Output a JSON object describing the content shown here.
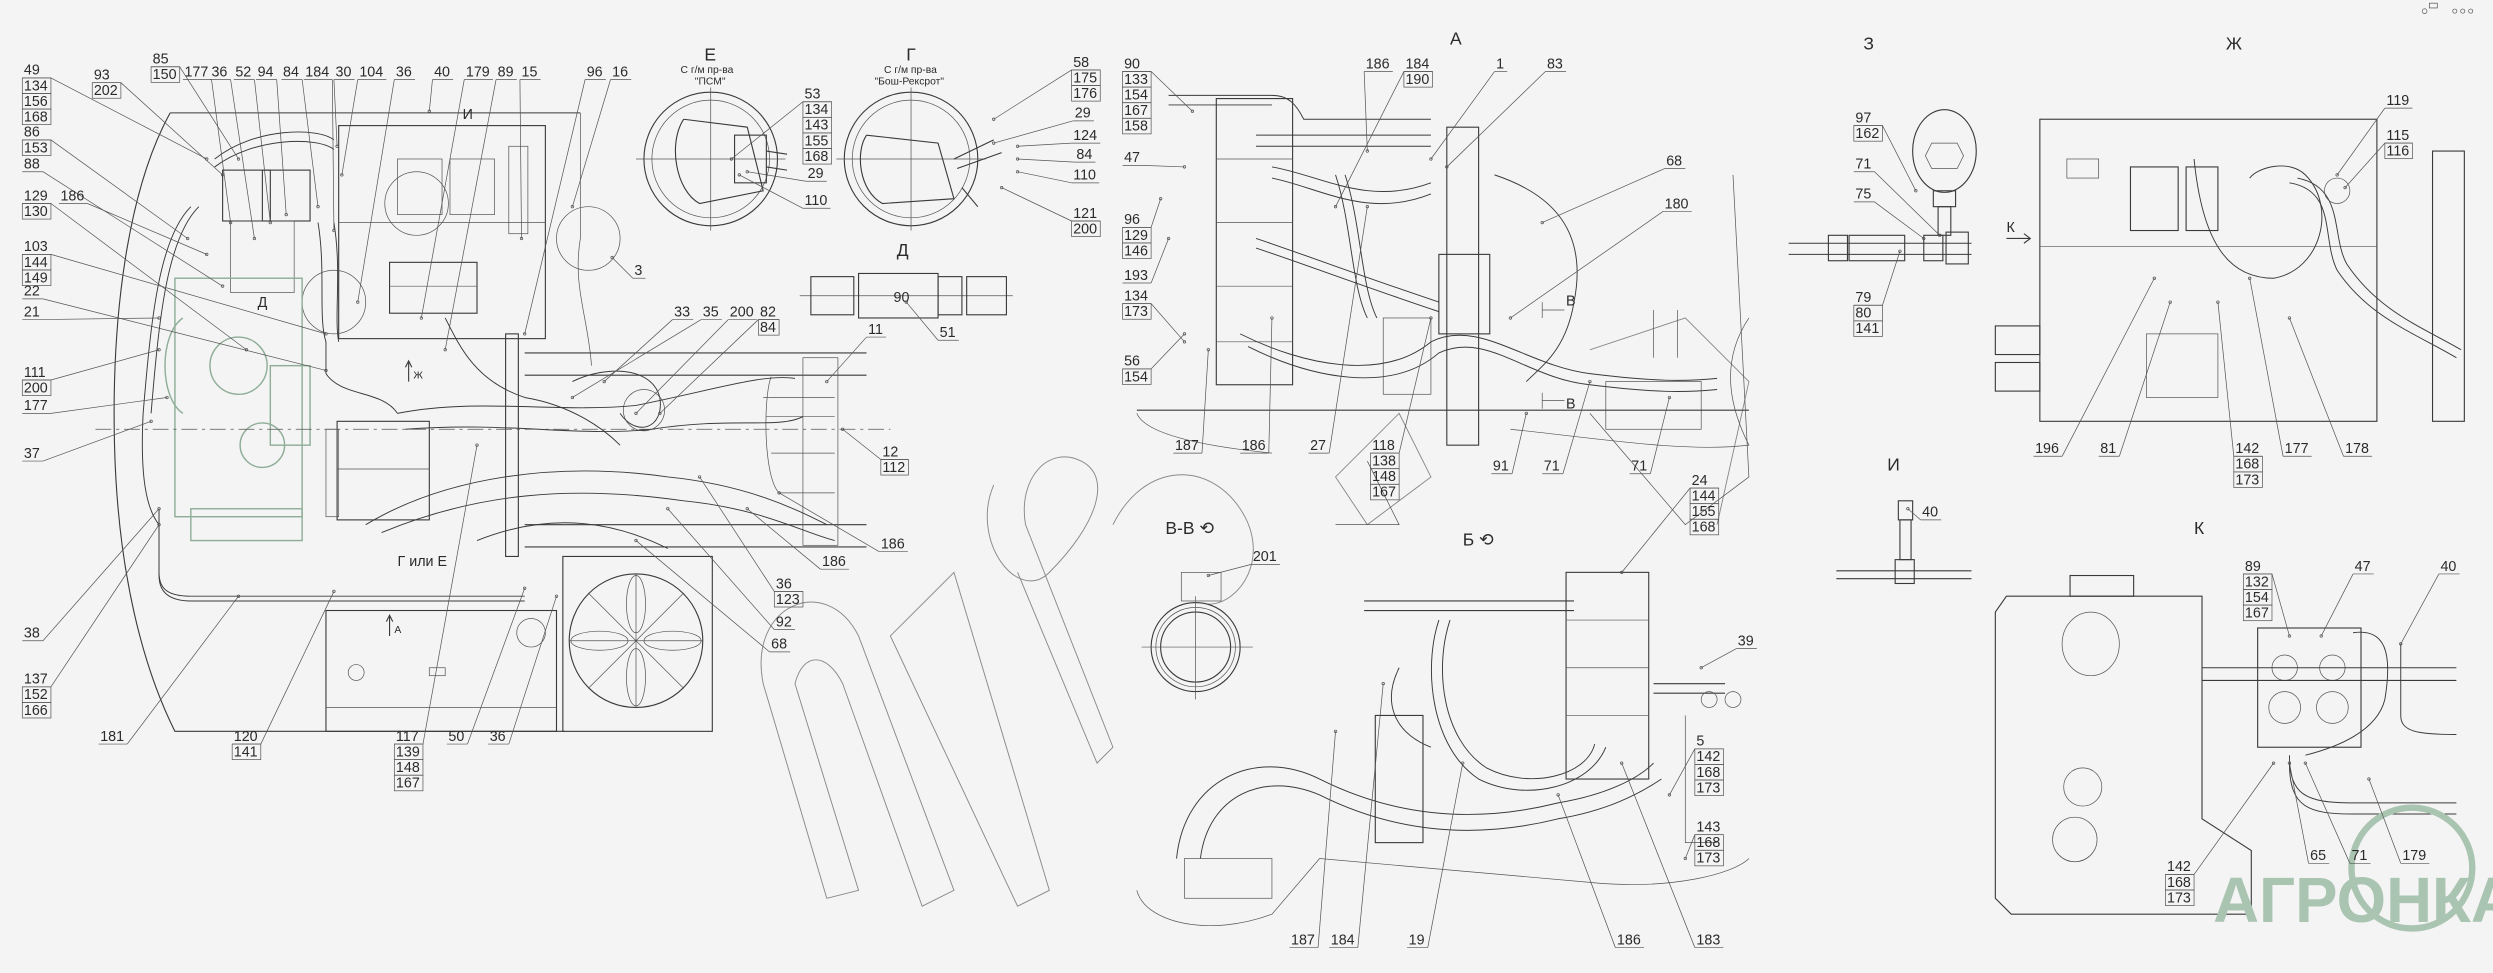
{
  "views": {
    "E": {
      "title": "Е",
      "line1": "С г/м пр-ва",
      "line2": "\"ПСМ\""
    },
    "G": {
      "title": "Г",
      "line1": "С г/м пр-ва",
      "line2": "\"Бош-Рексрот\""
    },
    "D": {
      "title": "Д",
      "part": "90"
    },
    "A": {
      "title": "А"
    },
    "VV": {
      "title": "В-В ⟲"
    },
    "B": {
      "title": "Б ⟲"
    },
    "Z": {
      "title": "З"
    },
    "ZH": {
      "title": "Ж"
    },
    "I": {
      "title": "И"
    },
    "K": {
      "title": "К"
    }
  },
  "markers": {
    "I_ref": "И",
    "D_ref": "Д",
    "ZH_arrow": "Ж",
    "A_arrow": "А",
    "G_or_E": "Г или Е",
    "V_top": "В",
    "V_bottom": "В",
    "K_arrow": "К"
  },
  "callouts": [
    [
      "49",
      "134",
      "156",
      "168"
    ],
    [
      "93",
      "202"
    ],
    [
      "85",
      "150"
    ],
    [
      "177"
    ],
    [
      "36"
    ],
    [
      "52"
    ],
    [
      "94"
    ],
    [
      "84"
    ],
    [
      "184"
    ],
    [
      "30"
    ],
    [
      "104"
    ],
    [
      "36"
    ],
    [
      "40"
    ],
    [
      "179"
    ],
    [
      "89"
    ],
    [
      "15"
    ],
    [
      "96"
    ],
    [
      "16"
    ],
    [
      "86",
      "153"
    ],
    [
      "88"
    ],
    [
      "129",
      "130"
    ],
    [
      "186"
    ],
    [
      "103",
      "144",
      "149"
    ],
    [
      "22"
    ],
    [
      "21"
    ],
    [
      "111",
      "200"
    ],
    [
      "177"
    ],
    [
      "37"
    ],
    [
      "38"
    ],
    [
      "137",
      "152",
      "166"
    ],
    [
      "181"
    ],
    [
      "120",
      "141"
    ],
    [
      "117",
      "139",
      "148",
      "167"
    ],
    [
      "50"
    ],
    [
      "36"
    ],
    [
      "33"
    ],
    [
      "35"
    ],
    [
      "200"
    ],
    [
      "82",
      "84"
    ],
    [
      "11"
    ],
    [
      "12",
      "112"
    ],
    [
      "186"
    ],
    [
      "186"
    ],
    [
      "36",
      "123"
    ],
    [
      "92"
    ],
    [
      "68"
    ],
    [
      "3"
    ],
    [
      "53",
      "134",
      "143",
      "155",
      "168"
    ],
    [
      "29"
    ],
    [
      "110"
    ],
    [
      "58",
      "175",
      "176"
    ],
    [
      "29"
    ],
    [
      "124"
    ],
    [
      "84"
    ],
    [
      "110"
    ],
    [
      "121",
      "200"
    ],
    [
      "51"
    ],
    [
      "90",
      "133",
      "154",
      "167",
      "158"
    ],
    [
      "47"
    ],
    [
      "96",
      "129",
      "146"
    ],
    [
      "193"
    ],
    [
      "134",
      "173"
    ],
    [
      "56",
      "154"
    ],
    [
      "186"
    ],
    [
      "184",
      "190"
    ],
    [
      "1"
    ],
    [
      "83"
    ],
    [
      "68"
    ],
    [
      "180"
    ],
    [
      "187"
    ],
    [
      "186"
    ],
    [
      "27"
    ],
    [
      "118",
      "138",
      "148",
      "167"
    ],
    [
      "91"
    ],
    [
      "71"
    ],
    [
      "71"
    ],
    [
      "24",
      "144",
      "155",
      "168"
    ],
    [
      "201"
    ],
    [
      "39"
    ],
    [
      "5",
      "142",
      "168",
      "173"
    ],
    [
      "143",
      "168",
      "173"
    ],
    [
      "187"
    ],
    [
      "184"
    ],
    [
      "19"
    ],
    [
      "186"
    ],
    [
      "183"
    ],
    [
      "97",
      "162"
    ],
    [
      "71"
    ],
    [
      "75"
    ],
    [
      "79",
      "80",
      "141"
    ],
    [
      "119"
    ],
    [
      "115",
      "116"
    ],
    [
      "196"
    ],
    [
      "81"
    ],
    [
      "142",
      "168",
      "173"
    ],
    [
      "177"
    ],
    [
      "178"
    ],
    [
      "40"
    ],
    [
      "89",
      "132",
      "154",
      "167"
    ],
    [
      "47"
    ],
    [
      "40"
    ],
    [
      "65"
    ],
    [
      "71"
    ],
    [
      "179"
    ],
    [
      "142",
      "168",
      "173"
    ]
  ],
  "logo": {
    "text": "АГРОНКА",
    "color": "#a9c4b0"
  }
}
